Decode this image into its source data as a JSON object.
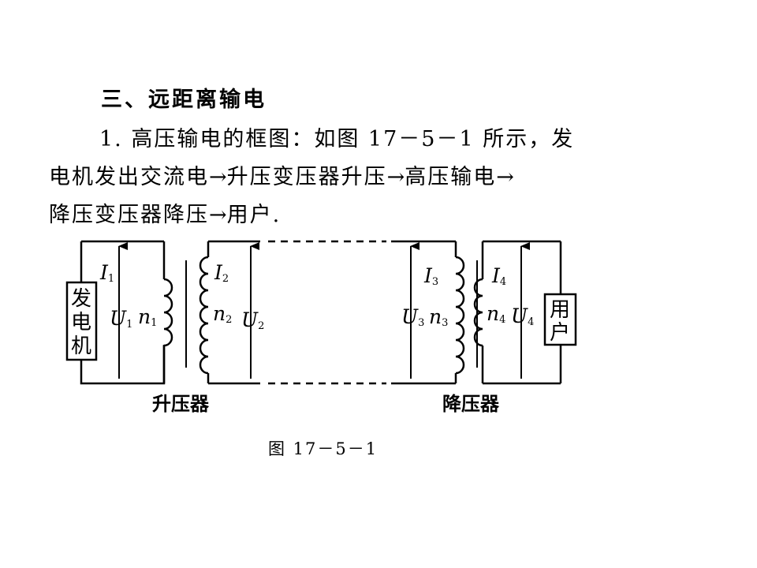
{
  "heading": "三、远距离输电",
  "paragraph": {
    "line1": "1. 高压输电的框图：如图 17－5－1 所示，发",
    "line2_a": "电机发出交流电",
    "line2_b": "升压变压器升压",
    "line2_c": "高压输电",
    "line3_a": "降压变压器降压",
    "line3_b": "用户."
  },
  "arrow_glyph": "→",
  "diagram": {
    "generator_chars": [
      "发",
      "电",
      "机"
    ],
    "user_chars": [
      "用",
      "户"
    ],
    "currents": [
      {
        "sym": "I",
        "sub": "1"
      },
      {
        "sym": "I",
        "sub": "2"
      },
      {
        "sym": "I",
        "sub": "3"
      },
      {
        "sym": "I",
        "sub": "4"
      }
    ],
    "voltages": [
      {
        "sym": "U",
        "sub": "1"
      },
      {
        "sym": "U",
        "sub": "2"
      },
      {
        "sym": "U",
        "sub": "3"
      },
      {
        "sym": "U",
        "sub": "4"
      }
    ],
    "turns": [
      {
        "sym": "n",
        "sub": "1"
      },
      {
        "sym": "n",
        "sub": "2"
      },
      {
        "sym": "n",
        "sub": "3"
      },
      {
        "sym": "n",
        "sub": "4"
      }
    ],
    "step_up_label": "升压器",
    "step_down_label": "降压器"
  },
  "caption": "图 17－5－1"
}
